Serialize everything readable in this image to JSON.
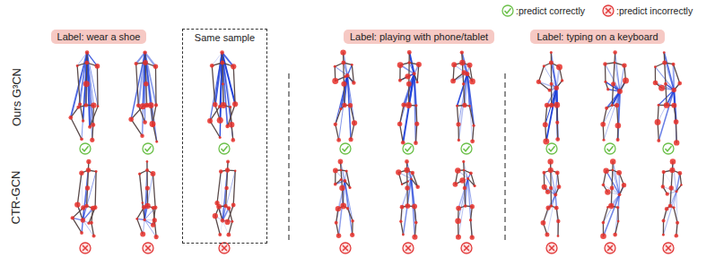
{
  "diagram": {
    "nodes": [
      {
        "text": [
          "Label: wear a shoe"
        ]
      },
      {
        "text": [
          "Same sample"
        ]
      },
      {
        "text": [
          "Label: playing with phone/tablet"
        ]
      },
      {
        "text": [
          "Label: typing on a keyboard"
        ]
      }
    ],
    "labels": [
      "Ours G³CN",
      "CTR-GCN"
    ],
    "legend": [
      {
        "text": ":predict correctly"
      },
      {
        "text": ":predict incorrectly"
      }
    ]
  }
}
